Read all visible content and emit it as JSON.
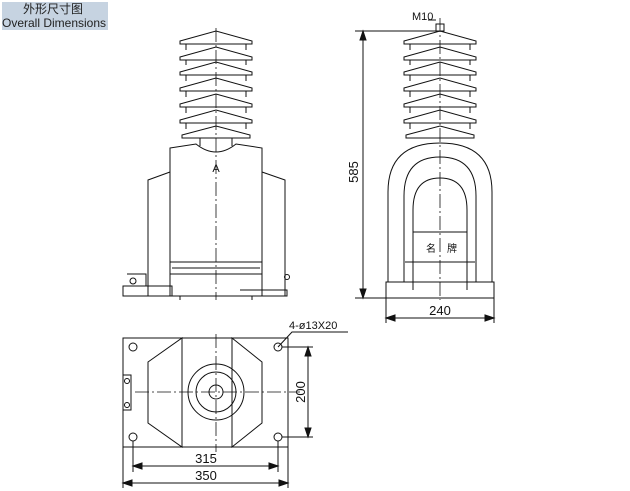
{
  "header": {
    "title_zh": "外形尺寸图",
    "title_en": "Overall Dimensions"
  },
  "front_view": {
    "section_marker": "A"
  },
  "side_view": {
    "bolt_label": "M10",
    "height_label": "585",
    "width_label": "240",
    "nameplate_char_1": "名",
    "nameplate_char_2": "牌"
  },
  "top_view": {
    "holes_label": "4-ø13X20",
    "depth_label": "200",
    "hole_spacing_label": "315",
    "base_length_label": "350"
  },
  "colors": {
    "line": "#111111",
    "title_bg": "#c6d3e1"
  }
}
